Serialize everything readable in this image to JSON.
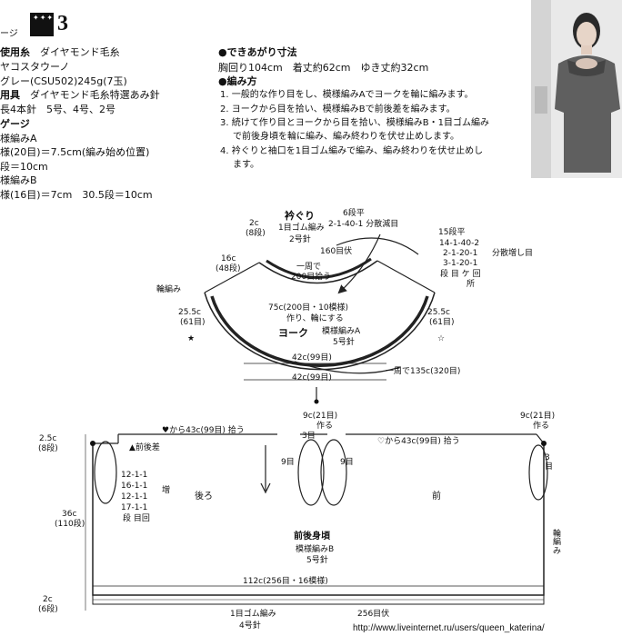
{
  "header": {
    "page_suffix": "ージ",
    "pattern_number": "3"
  },
  "materials": {
    "yarn_label": "使用糸",
    "yarn_value": "ダイヤモンド毛糸",
    "yarn_name": "ヤコスタウーノ",
    "color_qty": "グレー(CSU502)245g(7玉)",
    "tools_label": "用具",
    "tools_value": "ダイヤモンド毛糸特選あみ針",
    "needles": "長4本針　5号、4号、2号",
    "gauge_label": "ゲージ",
    "pattern_a": "様編みA",
    "gauge_a1": "様(20目)＝7.5cm(編み始め位置)",
    "gauge_a2": "段＝10cm",
    "pattern_b": "様編みB",
    "gauge_b": "様(16目)＝7cm　30.5段＝10cm"
  },
  "dimensions": {
    "title": "●できあがり寸法",
    "values": "胸回り104cm　着丈約62cm　ゆき丈約32cm"
  },
  "instructions": {
    "title": "●編み方",
    "step1": "1. 一般的な作り目をし、模様編みAでヨークを輪に編みます。",
    "step2": "2. ヨークから目を拾い、模様編みBで前後差を編みます。",
    "step3a": "3. 続けて作り目とヨークから目を拾い、模様編みB・1目ゴム編み",
    "step3b": "で前後身頃を輪に編み、編み終わりを伏せ止めします。",
    "step4a": "4. 衿ぐりと袖口を1目ゴム編みで編み、編み終わりを伏せ止めし",
    "step4b": "ます。"
  },
  "yoke": {
    "neck_title": "衿ぐり",
    "neck_rib": "1目ゴム編み",
    "neck_needle": "2号針",
    "neck_h_cm": "2c",
    "neck_h_rows": "(8段)",
    "dec_rows": "6段平",
    "dec_seq": "2-1-40-1 分散減目",
    "neck_sts": "160目伏",
    "pickup1": "一周で",
    "pickup2": "200目拾う",
    "inc_rows": "15段平",
    "inc_a": "14-1-40-2",
    "inc_b": "2-1-20-1",
    "inc_c": "3-1-20-1",
    "inc_label": "分散増し目",
    "inc_legend": "段 目 ケ 回",
    "inc_legend2": "所",
    "depth_cm": "16c",
    "depth_rows": "(48段)",
    "rinamu": "輪編み",
    "side_left_cm": "25.5c",
    "side_left_sts": "(61目)",
    "side_right_cm": "25.5c",
    "side_right_sts": "(61目)",
    "cast_on": "75c(200目・10模様)",
    "cast_on2": "作り、輪にする",
    "yoke_label": "ヨーク",
    "yoke_pattern": "模様編みA",
    "yoke_needle": "5号針",
    "inner_width": "42c(99目)",
    "outer_width": "42c(99目)",
    "total": "一周で135c(320目)"
  },
  "body": {
    "left_top_cm": "2.5c",
    "left_top_rows": "(8段)",
    "back_pickup": "♥から43c(99目) 拾う",
    "front_back_diff": "▲前後差",
    "inc_1": "12-1-1",
    "inc_2": "16-1-1",
    "inc_3": "12-1-1",
    "inc_4": "17-1-1",
    "inc_label": "増",
    "inc_legend": "段 目回",
    "side_height_cm": "36c",
    "side_height_rows": "(110段)",
    "back_label": "後ろ",
    "front_label": "前",
    "under_cm": "9c(21目)",
    "under_make": "作る",
    "under_sts3": "3目",
    "under_sts9a": "9目",
    "under_sts9b": "9目",
    "front_pickup": "♡から43c(99目) 拾う",
    "right_cm": "9c(21目)",
    "right_make": "作る",
    "right_rows": "3目",
    "body_title": "前後身頃",
    "body_pattern": "模様編みB",
    "body_needle": "5号針",
    "rinamu": "輪編み",
    "hem_width": "112c(256目・16模様)",
    "hem_cm": "2c",
    "hem_rows": "(6段)",
    "rib": "1目ゴム編み",
    "rib_needle": "4号針",
    "bind_off": "256目伏"
  },
  "footer": {
    "url": "http://www.liveinternet.ru/users/queen_katerina/"
  }
}
